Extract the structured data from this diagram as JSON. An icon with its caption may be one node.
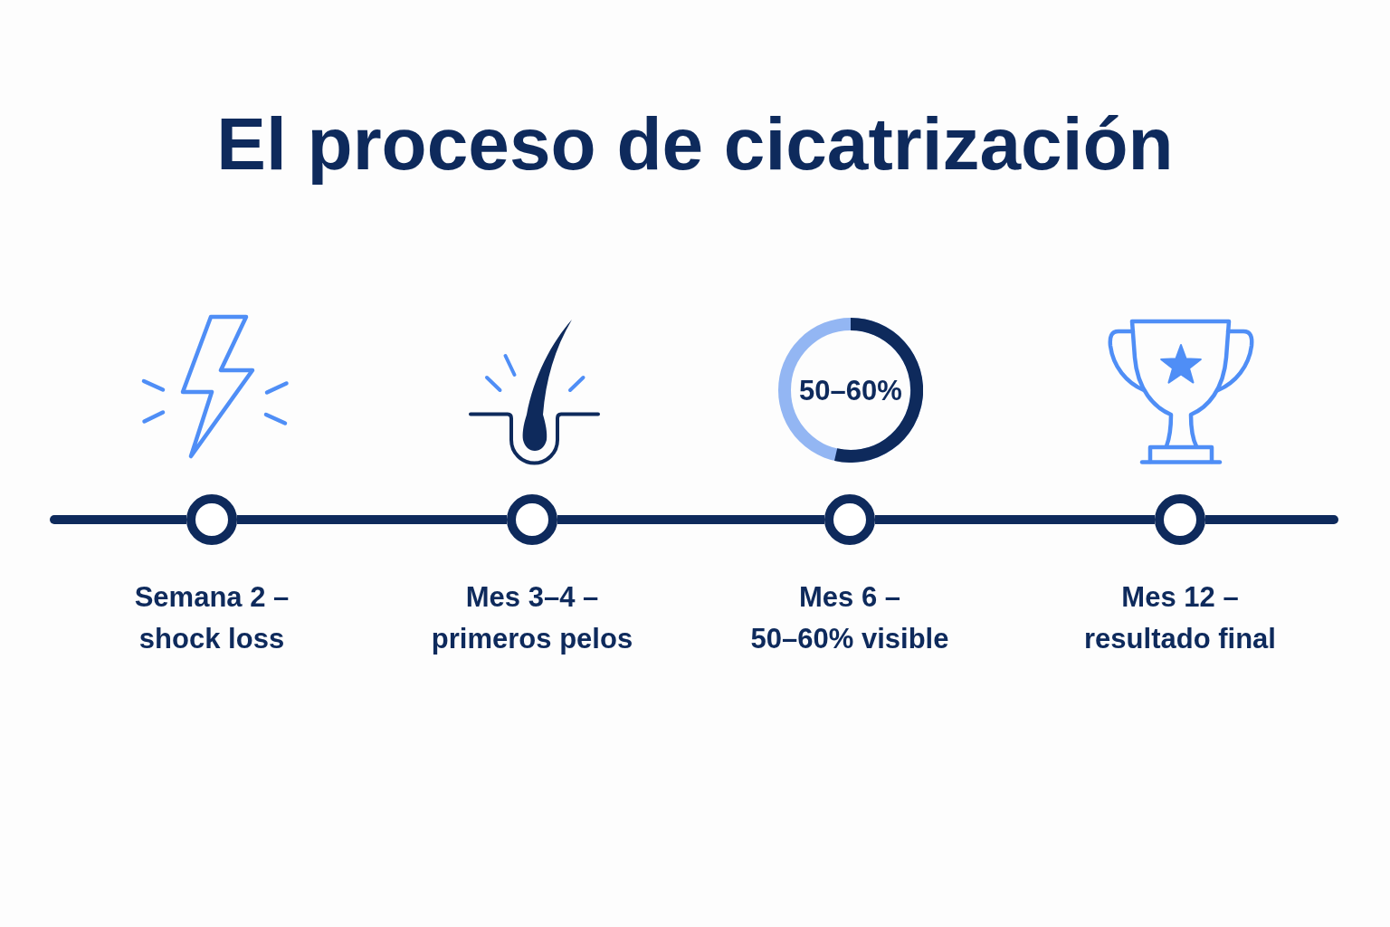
{
  "diagram": {
    "title": "El proceso de cicatrización",
    "nodes": [
      {
        "text": [
          "50–60%"
        ]
      },
      {
        "text": [],
        "shape": "circle",
        "beside": [
          "Semana 2 – shock loss"
        ]
      },
      {
        "text": [],
        "shape": "circle",
        "beside": [
          "Mes 3–4 – primeros pelos"
        ]
      },
      {
        "text": [],
        "shape": "circle",
        "beside": [
          "Mes 6 – 50–60% visible"
        ]
      },
      {
        "text": [],
        "shape": "circle",
        "beside": [
          "Mes 12 – resultado final"
        ]
      }
    ],
    "edges": [
      {
        "from": null,
        "to": 1,
        "arrow": "none"
      },
      {
        "from": 1,
        "to": 2,
        "arrow": "none"
      },
      {
        "from": 2,
        "to": 3,
        "arrow": "none"
      },
      {
        "from": 3,
        "to": 4,
        "arrow": "none"
      },
      {
        "from": 4,
        "to": null,
        "arrow": "none"
      }
    ]
  }
}
